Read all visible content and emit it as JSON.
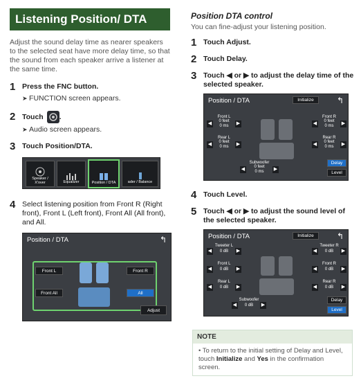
{
  "left": {
    "heading": "Listening Position/ DTA",
    "intro": "Adjust the sound delay time as nearer speakers to the selected seat have more delay time, so that the sound from each speaker arrive a listener at the same time.",
    "step1": {
      "num": "1",
      "text_a": "Press the ",
      "text_b": "FNC",
      "text_c": " button.",
      "sub": "FUNCTION screen appears."
    },
    "step2": {
      "num": "2",
      "text_a": "Touch",
      "text_c": ".",
      "sub": "Audio screen appears."
    },
    "step3": {
      "num": "3",
      "text_a": "Touch ",
      "text_b": "Position/DTA",
      "text_c": "."
    },
    "audio_tiles": [
      "Speaker / X'over",
      "Equalizer",
      "Position / DTA",
      "ader / Balance"
    ],
    "step4": {
      "num": "4",
      "text": "Select listening position from Front R (Right front), Front L (Left front), Front All (All front), and All."
    },
    "screen": {
      "title": "Position / DTA",
      "front_l": "Front L",
      "front_r": "Front R",
      "front_all": "Front All",
      "all": "All",
      "adjust": "Adjust"
    }
  },
  "right": {
    "heading": "Position DTA control",
    "intro": "You can fine-adjust your listening position.",
    "step1": {
      "num": "1",
      "text_a": "Touch ",
      "text_b": "Adjust",
      "text_c": "."
    },
    "step2": {
      "num": "2",
      "text_a": "Touch ",
      "text_b": "Delay",
      "text_c": "."
    },
    "step3": {
      "num": "3",
      "text": "Touch ◀ or ▶ to adjust the delay time of the selected speaker."
    },
    "delay_screen": {
      "title": "Position / DTA",
      "initialize": "Initialize",
      "front_l": "Front L",
      "front_r": "Front R",
      "rear_l": "Rear L",
      "rear_r": "Rear R",
      "feet": "0 feet",
      "ms": "0 ms",
      "subwoofer": "Subwoofer",
      "delay": "Delay",
      "level": "Level"
    },
    "step4": {
      "num": "4",
      "text_a": "Touch ",
      "text_b": "Level",
      "text_c": "."
    },
    "step5": {
      "num": "5",
      "text": "Touch ◀ or ▶ to adjust the sound level of the selected speaker."
    },
    "level_screen": {
      "title": "Position / DTA",
      "initialize": "Initialize",
      "tweeter_l": "Tweeter L",
      "tweeter_r": "Tweeter R",
      "front_l": "Front L",
      "front_r": "Front R",
      "rear_l": "Rear L",
      "rear_r": "Rear R",
      "db": "0 dB",
      "subwoofer": "Subwoofer",
      "delay": "Delay",
      "level": "Level"
    },
    "note": {
      "title": "NOTE",
      "text_a": "To return to the initial setting of Delay and Level, touch ",
      "text_b": "Initialize",
      "text_c": " and ",
      "text_d": "Yes",
      "text_e": " in the confirmation screen."
    }
  }
}
